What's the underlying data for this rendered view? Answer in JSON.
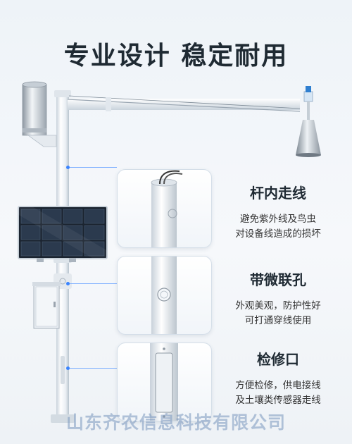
{
  "headline": "专业设计 稳定耐用",
  "features": [
    {
      "title": "杆内走线",
      "line1": "避免紫外线及鸟虫",
      "line2": "对设备线造成的损坏"
    },
    {
      "title": "带微联孔",
      "line1": "外观美观，防护性好",
      "line2": "可打通穿线使用"
    },
    {
      "title": "检修口",
      "line1": "方便检修，供电接线",
      "line2": "及土壤类传感器走线"
    }
  ],
  "watermark": "山东齐农信息科技有限公司",
  "colors": {
    "accent": "#3a84ff",
    "title": "#1f2a33",
    "pole": "#e9eef3"
  }
}
